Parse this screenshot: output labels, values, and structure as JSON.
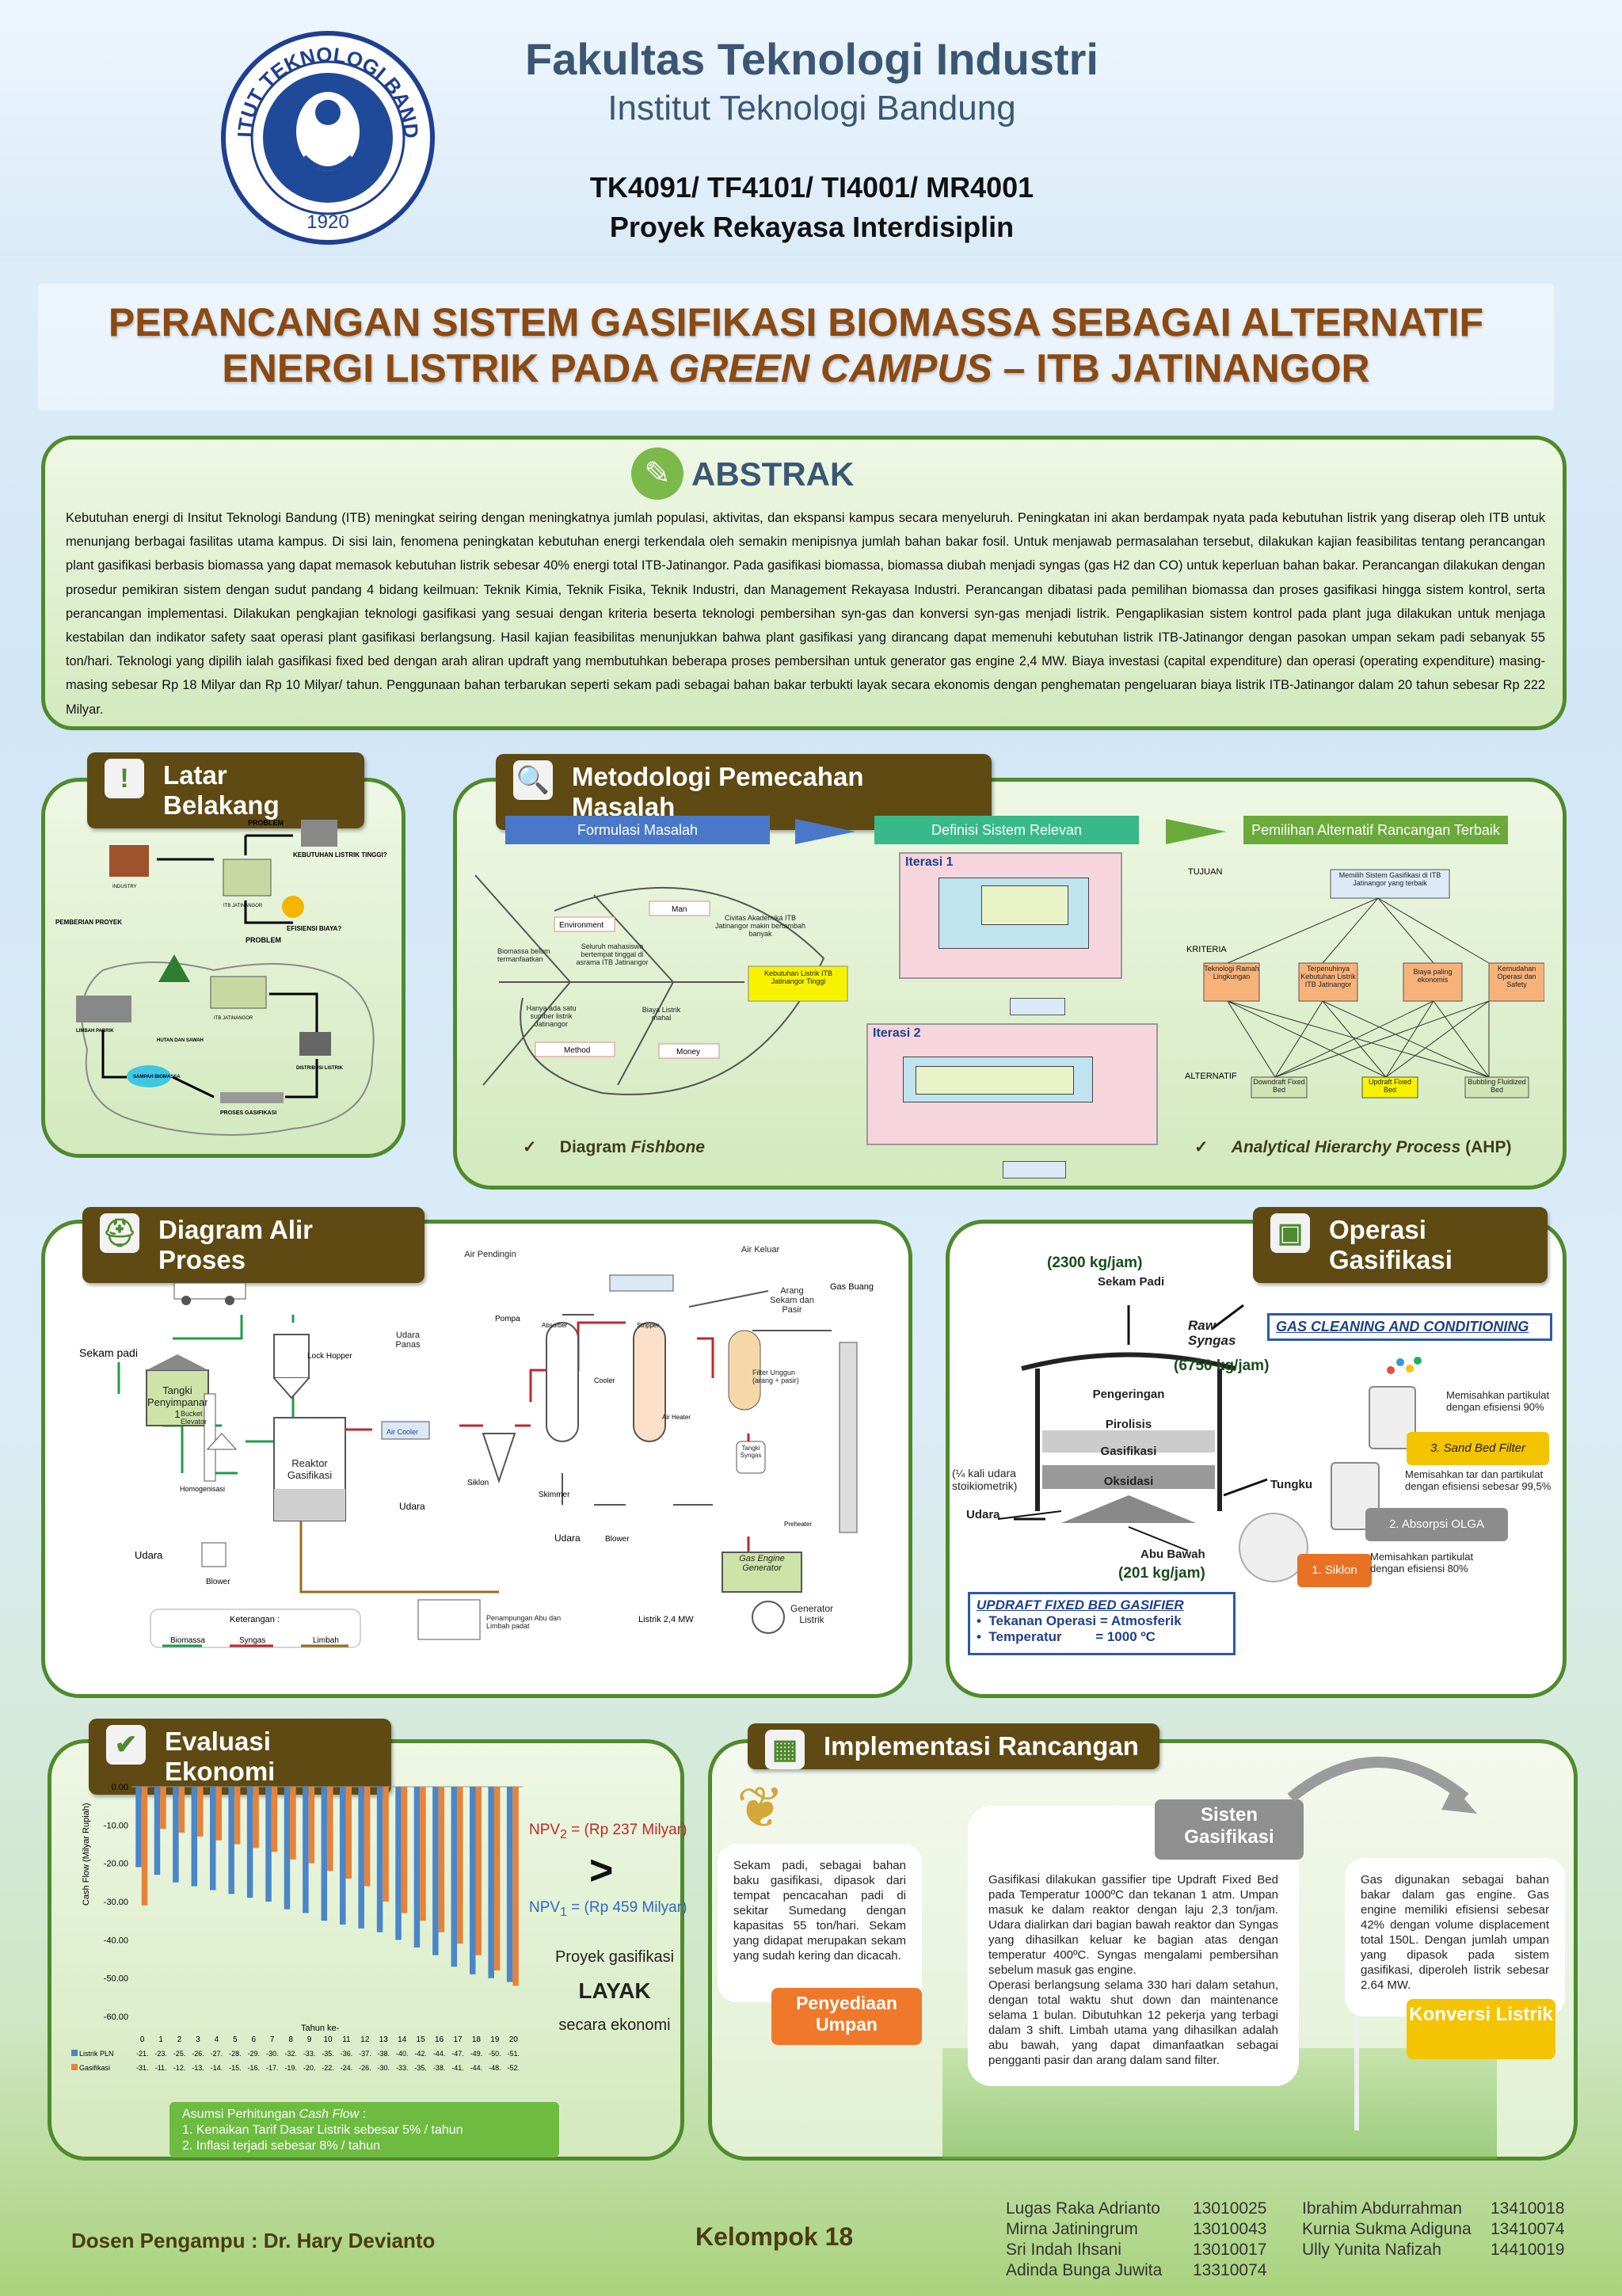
{
  "header": {
    "seal_text": "INSTITUT TEKNOLOGI BANDUNG",
    "seal_year": "1920",
    "faculty": "Fakultas Teknologi Industri",
    "institute": "Institut Teknologi Bandung",
    "course_codes": "TK4091/ TF4101/ TI4001/ MR4001",
    "course_name": "Proyek Rekayasa Interdisiplin"
  },
  "title": {
    "line1": "PERANCANGAN SISTEM GASIFIKASI BIOMASSA SEBAGAI ALTERNATIF",
    "line2_a": "ENERGI LISTRIK PADA ",
    "line2_b": "GREEN CAMPUS",
    "line2_c": " – ITB JATINANGOR"
  },
  "abstract": {
    "heading": "ABSTRAK",
    "text": "Kebutuhan energi di Insitut Teknologi Bandung (ITB) meningkat seiring dengan meningkatnya jumlah populasi, aktivitas, dan ekspansi kampus secara menyeluruh. Peningkatan ini akan berdampak nyata pada kebutuhan listrik yang diserap oleh ITB untuk menunjang berbagai fasilitas utama kampus. Di sisi lain, fenomena peningkatan kebutuhan energi terkendala oleh semakin menipisnya jumlah bahan bakar fosil. Untuk menjawab permasalahan tersebut, dilakukan kajian feasibilitas tentang perancangan plant gasifikasi berbasis biomassa yang dapat memasok kebutuhan listrik sebesar 40% energi total ITB-Jatinangor. Pada gasifikasi biomassa, biomassa diubah menjadi syngas (gas H2 dan CO) untuk keperluan bahan bakar. Perancangan dilakukan dengan prosedur pemikiran sistem dengan sudut pandang 4 bidang keilmuan: Teknik Kimia, Teknik Fisika, Teknik Industri, dan Management Rekayasa Industri. Perancangan dibatasi pada pemilihan biomassa dan proses gasifikasi hingga sistem kontrol, serta perancangan implementasi. Dilakukan pengkajian teknologi gasifikasi yang sesuai dengan kriteria beserta teknologi pembersihan syn-gas dan konversi syn-gas menjadi listrik. Pengaplikasian sistem kontrol pada plant juga dilakukan untuk menjaga kestabilan dan indikator safety saat operasi plant gasifikasi berlangsung. Hasil kajian feasibilitas menunjukkan bahwa plant gasifikasi yang dirancang dapat memenuhi kebutuhan listrik ITB-Jatinangor dengan pasokan umpan sekam padi sebanyak 55 ton/hari. Teknologi yang dipilih ialah gasifikasi fixed bed dengan arah aliran updraft yang membutuhkan beberapa proses pembersihan untuk generator gas engine 2,4 MW. Biaya investasi (capital expenditure) dan operasi (operating expenditure) masing-masing sebesar Rp 18 Milyar dan Rp 10 Milyar/ tahun. Penggunaan bahan terbarukan seperti sekam padi sebagai bahan bakar terbukti layak secara ekonomis dengan penghematan pengeluaran biaya listrik ITB-Jatinangor dalam 20 tahun sebesar Rp 222 Milyar."
  },
  "latar": {
    "heading": "Latar Belakang",
    "labels": [
      "PROBLEM",
      "KEBUTUHAN LISTRIK TINGGI?",
      "PEMBERIAN PROYEK",
      "ITB JATINANGOR",
      "EFISIENSI BIAYA?",
      "PROBLEM",
      "LIMBAH PABRIK",
      "HUTAN DAN SAWAH",
      "ITB JATINANGOR",
      "SAMPAH BIOMASSA",
      "DISTRIBUSI LISTRIK",
      "PROSES GASIFIKASI",
      "INDUSTRY"
    ]
  },
  "metodologi": {
    "heading": "Metodologi Pemecahan Masalah",
    "steps": [
      "Formulasi Masalah",
      "Definisi Sistem Relevan",
      "Pemilihan Alternatif Rancangan Terbaik"
    ],
    "fishbone_caption_a": "Diagram ",
    "fishbone_caption_b": "Fishbone",
    "fishbone_labels": [
      "Environment",
      "Man",
      "Method",
      "Money",
      "Biomassa belum termanfaatkan",
      "Seluruh mahasiswa bertempat tinggal di asrama ITB Jatinangor",
      "Civitas Akademika ITB Jatinangor makin bertambah banyak",
      "Hanya ada satu sumber listrik Jatinangor",
      "Biaya Listrik mahal",
      "Kebutuhan Listrik ITB Jatinangor Tinggi"
    ],
    "iter1": "Iterasi 1",
    "iter2": "Iterasi 2",
    "ahp_caption_a": "Analytical Hierarchy Process",
    "ahp_caption_b": " (AHP)",
    "ahp_levels": [
      "TUJUAN",
      "KRITERIA",
      "ALTERNATIF"
    ],
    "ahp_goal": "Memilih Sistem Gasifikasi di ITB Jatinangor yang terbaik",
    "ahp_criteria": [
      "Teknologi Ramah Lingkungan",
      "Terpenuhinya Kebutuhan Listrik ITB Jatinangor",
      "Biaya paling ekonomis",
      "Kemudahan Operasi dan Safety"
    ],
    "ahp_alternatives": [
      "Downdraft Fixed Bed",
      "Updraft Fixed Bed",
      "Bubbling Fluidized Bed"
    ]
  },
  "alir": {
    "heading": "Diagram Alir Proses",
    "labels": {
      "sekam": "Sekam padi",
      "tangki": "Tangki Penyimpanan 1",
      "bucket": "Bucket Elevator",
      "lock": "Lock Hopper",
      "homog": "Homogenisasi",
      "reaktor": "Reaktor Gasifikasi",
      "udara1": "Udara",
      "blower1": "Blower",
      "udara_panas": "Udara Panas",
      "air_cooler": "Air Cooler",
      "udara2": "Udara",
      "siklon": "Siklon",
      "air_pendingin": "Air Pendingin",
      "pompa": "Pompa",
      "absorber": "Absorber",
      "stripper": "Stripper",
      "cooler": "Cooler",
      "skimmer": "Skimmer",
      "udara3": "Udara",
      "blower2": "Blower",
      "air_keluar": "Air Keluar",
      "arang": "Arang Sekam dan Pasir",
      "filter": "Filter Unggun (arang + pasir)",
      "tangki_syngas": "Tangki Syngas",
      "preheater": "Preheater",
      "gas_engine": "Gas Engine Generator",
      "gen_listrik": "Generator Listrik",
      "listrik": "Listrik 2,4 MW",
      "gas_buang": "Gas Buang",
      "penampungan": "Penampungan Abu dan Limbah padat",
      "air_heater": "Air Heater"
    },
    "legend_title": "Keterangan :",
    "legend": [
      "Biomassa",
      "Syngas",
      "Limbah"
    ]
  },
  "operasi": {
    "heading": "Operasi Gasifikasi",
    "feed_rate": "(2300 kg/jam)",
    "feed_name": "Sekam Padi",
    "raw_syngas_a": "Raw",
    "raw_syngas_b": "Syngas",
    "syngas_rate": "(6750 kg/jam)",
    "zones": [
      "Pengeringan",
      "Pirolisis",
      "Gasifikasi",
      "Oksidasi"
    ],
    "air_note": "(¼ kali udara stoikiometrik)",
    "udara": "Udara",
    "tungku": "Tungku",
    "abu": "Abu Bawah",
    "abu_rate": "(201 kg/jam)",
    "gcc_title": "GAS CLEANING AND CONDITIONING",
    "gcc_steps": [
      {
        "name": "3. Sand Bed Filter",
        "desc": "Memisahkan partikulat dengan efisiensi 90%"
      },
      {
        "name": "2. Absorpsi OLGA",
        "desc": "Memisahkan tar dan partikulat dengan efisiensi sebesar 99,5%"
      },
      {
        "name": "1. Siklon",
        "desc": "Memisahkan partikulat dengan efisiensi 80%"
      }
    ],
    "updraft_title": "UPDRAFT FIXED BED GASIFIER",
    "updraft_items": [
      {
        "k": "Tekanan Operasi",
        "v": "= Atmosferik"
      },
      {
        "k": "Temperatur",
        "v": "= 1000 ºC"
      }
    ]
  },
  "ekonomi": {
    "heading": "Evaluasi Ekonomi",
    "ylabel": "Cash Flow (Milyar Rupiah)",
    "xlabel": "Tahun ke-",
    "npv2_a": "NPV",
    "npv2_sub": "2",
    "npv2_b": " = (Rp 237 Milyar)",
    "gt": ">",
    "npv1_a": "NPV",
    "npv1_sub": "1",
    "npv1_b": " = (Rp 459 Milyar)",
    "verdict_1": "Proyek gasifikasi",
    "verdict_2": "LAYAK",
    "verdict_3": "secara ekonomi",
    "assumption_title_a": "Asumsi Perhitungan ",
    "assumption_title_b": "Cash Flow",
    "assumption_title_c": " :",
    "assumptions": [
      "1.    Kenaikan Tarif Dasar Listrik sebesar 5% / tahun",
      "2.    Inflasi terjadi sebesar 8% / tahun"
    ]
  },
  "chart_data": {
    "type": "bar",
    "title": "",
    "xlabel": "Tahun ke-",
    "ylabel": "Cash Flow (Milyar Rupiah)",
    "ylim": [
      -60,
      0
    ],
    "y_ticks": [
      "0.00",
      "-10.00",
      "-20.00",
      "-30.00",
      "-40.00",
      "-50.00",
      "-60.00"
    ],
    "categories": [
      "0",
      "1",
      "2",
      "3",
      "4",
      "5",
      "6",
      "7",
      "8",
      "9",
      "10",
      "11",
      "12",
      "13",
      "14",
      "15",
      "16",
      "17",
      "18",
      "19",
      "20"
    ],
    "series": [
      {
        "name": "Listrik PLN",
        "color": "#4a86c8",
        "values": [
          -21,
          -23,
          -25,
          -26,
          -27,
          -28,
          -29,
          -30,
          -32,
          -33,
          -35,
          -36,
          -37,
          -38,
          -40,
          -42,
          -44,
          -47,
          -49,
          -50,
          -51
        ],
        "labels": [
          "-21.",
          "-23.",
          "-25.",
          "-26.",
          "-27.",
          "-28.",
          "-29.",
          "-30.",
          "-32.",
          "-33.",
          "-35.",
          "-36.",
          "-37.",
          "-38.",
          "-40.",
          "-42.",
          "-44.",
          "-47.",
          "-49.",
          "-50.",
          "-51."
        ]
      },
      {
        "name": "Gasifikasi",
        "color": "#e6833a",
        "values": [
          -31,
          -11,
          -12,
          -13,
          -14,
          -15,
          -16,
          -17,
          -19,
          -20,
          -22,
          -24,
          -26,
          -30,
          -33,
          -35,
          -38,
          -41,
          -44,
          -48,
          -52
        ],
        "labels": [
          "-31.",
          "-11.",
          "-12.",
          "-13.",
          "-14.",
          "-15.",
          "-16.",
          "-17.",
          "-19.",
          "-20.",
          "-22.",
          "-24.",
          "-26.",
          "-30.",
          "-33.",
          "-35.",
          "-38.",
          "-41.",
          "-44.",
          "-48.",
          "-52."
        ]
      }
    ]
  },
  "implementasi": {
    "heading": "Implementasi Rancangan",
    "left_text": "Sekam padi, sebagai bahan baku gasifikasi, dipasok dari tempat pencacahan padi di sekitar Sumedang dengan kapasitas 55 ton/hari. Sekam yang didapat merupakan sekam yang sudah kering dan dicacah.",
    "left_label": "Penyediaan Umpan",
    "mid_label": "Sisten Gasifikasi",
    "mid_text_1": "Gasifikasi dilakukan gassifier tipe Updraft Fixed Bed pada Temperatur 1000ºC dan tekanan 1 atm. Umpan masuk ke dalam reaktor dengan laju 2,3 ton/jam. Udara dialirkan dari bagian bawah reaktor dan Syngas yang dihasilkan keluar ke bagian atas dengan temperatur 400ºC. Syngas mengalami pembersihan sebelum masuk gas engine.",
    "mid_text_2": "Operasi berlangsung selama 330 hari dalam setahun, dengan total waktu shut down dan maintenance selama 1 bulan. Dibutuhkan 12 pekerja yang terbagi dalam 3 shift. Limbah utama yang dihasilkan adalah abu bawah, yang dapat dimanfaatkan sebagai pengganti pasir dan arang dalam sand filter.",
    "right_text": "Gas digunakan sebagai bahan bakar dalam gas engine. Gas engine memiliki efisiensi sebesar 42% dengan volume displacement total 150L. Dengan jumlah umpan yang dipasok pada sistem gasifikasi, diperoleh listrik sebesar 2.64 MW.",
    "right_label": "Konversi Listrik"
  },
  "footer": {
    "dosen": "Dosen Pengampu : Dr. Hary Devianto",
    "kelompok": "Kelompok 18",
    "members": [
      {
        "name": "Lugas Raka Adrianto",
        "nim": "13010025"
      },
      {
        "name": "Mirna Jatiningrum",
        "nim": "13010043"
      },
      {
        "name": "Sri Indah Ihsani",
        "nim": "13010017"
      },
      {
        "name": "Adinda Bunga Juwita",
        "nim": "13310074"
      },
      {
        "name": "Ibrahim Abdurrahman",
        "nim": "13410018"
      },
      {
        "name": "Kurnia Sukma Adiguna",
        "nim": "13410074"
      },
      {
        "name": "Ully Yunita Nafizah",
        "nim": "14410019"
      }
    ]
  }
}
